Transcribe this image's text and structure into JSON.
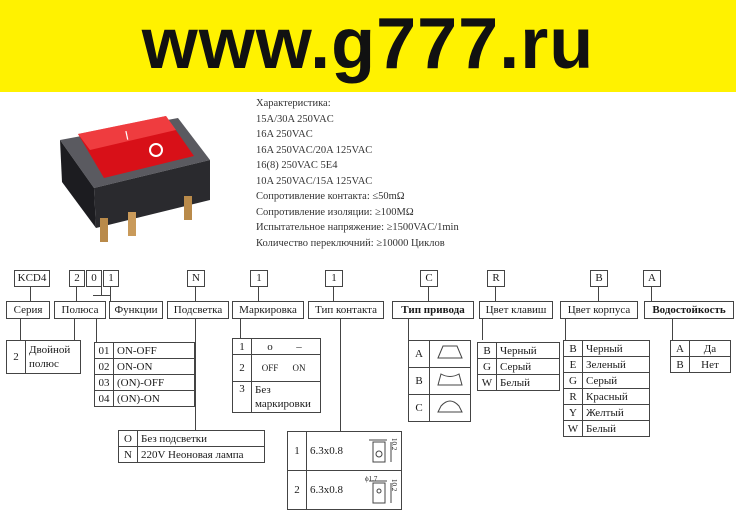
{
  "banner": {
    "text": "www.g777.ru"
  },
  "specs": {
    "title": "Характеристика:",
    "lines": [
      "15A/30A 250VAC",
      "16A 250VAC",
      "16A 250VAC/20A 125VAC",
      "16(8) 250VAC 5E4",
      "10A 250VAC/15A 125VAC",
      "Сопротивление контакта: ≤50mΩ",
      "Сопротивление изоляции: ≥100MΩ",
      "Испытательное напряжение: ≥1500VAC/1min",
      "Количество переключний: ≥10000 Циклов"
    ]
  },
  "code_parts": [
    "KCD4",
    "2",
    "0",
    "1",
    "N",
    "1",
    "1",
    "C",
    "R",
    "B",
    "A"
  ],
  "categories": {
    "series": "Серия",
    "poles": "Полюса",
    "functions": "Функции",
    "backlight": "Подсветка",
    "marking": "Маркировка",
    "contact_type": "Тип контакта",
    "drive_type": "Тип привода",
    "key_color": "Цвет клавиш",
    "body_color": "Цвет корпуса",
    "waterproof": "Водостойкость"
  },
  "poles": {
    "key": "2",
    "value": "Двойной полюс"
  },
  "functions": [
    {
      "key": "01",
      "value": "ON-OFF"
    },
    {
      "key": "02",
      "value": "ON-ON"
    },
    {
      "key": "03",
      "value": "(ON)-OFF"
    },
    {
      "key": "04",
      "value": "(ON)-ON"
    }
  ],
  "backlight": [
    {
      "key": "O",
      "value": "Без подсветки"
    },
    {
      "key": "N",
      "value": "220V Неоновая лампа"
    }
  ],
  "marking": [
    {
      "key": "1",
      "a": "o",
      "b": "–"
    },
    {
      "key": "2",
      "a": "OFF",
      "b": "ON"
    },
    {
      "key": "3",
      "value": "Без маркировки"
    }
  ],
  "contacts": [
    {
      "key": "1",
      "value": "6.3x0.8",
      "dim": "10.2"
    },
    {
      "key": "2",
      "value": "6.3x0.8",
      "dim": "10.2",
      "hole": "ϕ1.7"
    }
  ],
  "drive": [
    {
      "key": "A"
    },
    {
      "key": "B"
    },
    {
      "key": "C"
    }
  ],
  "key_colors": [
    {
      "key": "B",
      "value": "Черный"
    },
    {
      "key": "G",
      "value": "Серый"
    },
    {
      "key": "W",
      "value": "Белый"
    }
  ],
  "body_colors": [
    {
      "key": "B",
      "value": "Черный"
    },
    {
      "key": "E",
      "value": "Зеленый"
    },
    {
      "key": "G",
      "value": "Серый"
    },
    {
      "key": "R",
      "value": "Красный"
    },
    {
      "key": "Y",
      "value": "Желтый"
    },
    {
      "key": "W",
      "value": "Белый"
    }
  ],
  "waterproof": [
    {
      "key": "A",
      "value": "Да"
    },
    {
      "key": "B",
      "value": "Нет"
    }
  ],
  "colors": {
    "banner": "#fff200",
    "rocker": "#e8141c",
    "housing": "#2a2a2e"
  }
}
